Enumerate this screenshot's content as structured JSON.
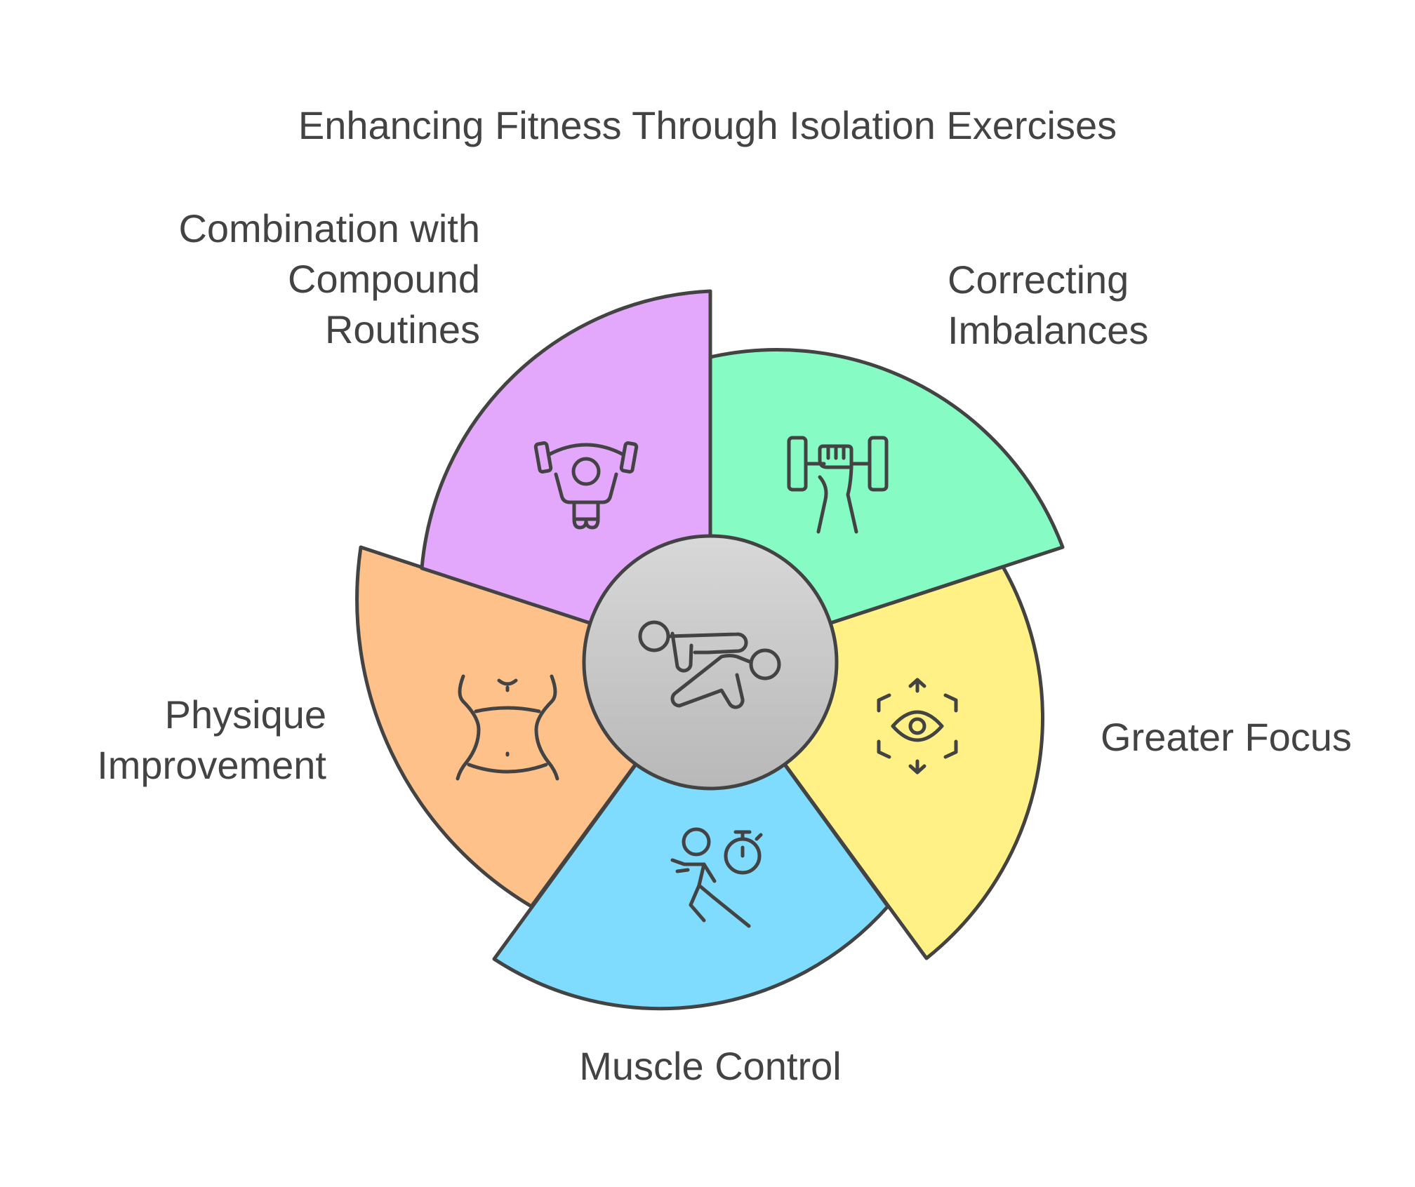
{
  "title": "Enhancing Fitness Through Isolation Exercises",
  "segments": [
    {
      "id": "correcting-imbalances",
      "label_lines": [
        "Correcting",
        "Imbalances"
      ],
      "color": "#86FBC4",
      "icon": "dumbbell-grip-icon"
    },
    {
      "id": "greater-focus",
      "label_lines": [
        "Greater Focus"
      ],
      "color": "#FFF185",
      "icon": "focus-eye-icon"
    },
    {
      "id": "muscle-control",
      "label_lines": [
        "Muscle Control"
      ],
      "color": "#7FDCFE",
      "icon": "runner-stopwatch-icon"
    },
    {
      "id": "physique-improvement",
      "label_lines": [
        "Physique",
        "Improvement"
      ],
      "color": "#FFC18A",
      "icon": "torso-waist-icon"
    },
    {
      "id": "combination-compound",
      "label_lines": [
        "Combination with",
        "Compound",
        "Routines"
      ],
      "color": "#E3A8FC",
      "icon": "bench-press-icon"
    }
  ],
  "center": {
    "icon": "sparring-figures-icon",
    "gradient_top": "#D8D8D8",
    "gradient_bottom": "#B8B8B8"
  },
  "stroke_color": "#434343"
}
